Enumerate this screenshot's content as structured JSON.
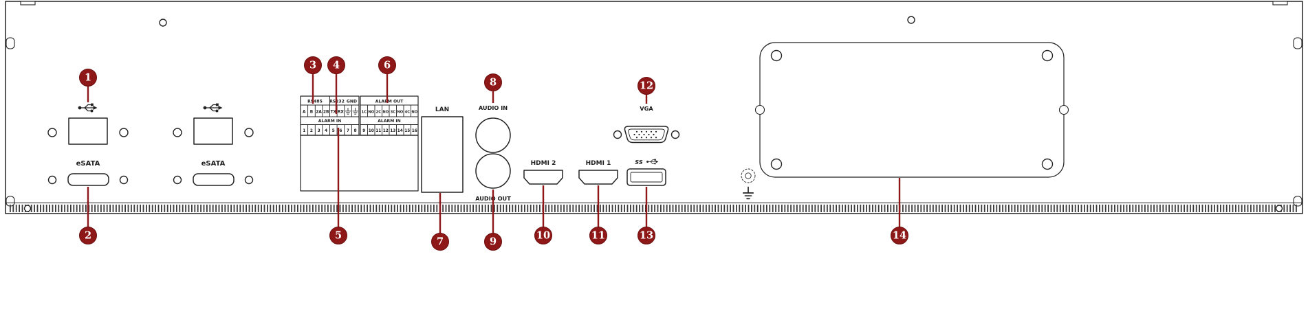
{
  "colors": {
    "callout_red": "#8e1717",
    "line_dark": "#232323"
  },
  "panel": {
    "esata_left": "eSATA",
    "esata_right": "eSATA",
    "lan": "LAN",
    "audio_in": "AUDIO IN",
    "audio_out": "AUDIO OUT",
    "hdmi2": "HDMI 2",
    "hdmi1": "HDMI 1",
    "usb3_text": "SS",
    "vga": "VGA"
  },
  "terminal": {
    "hdr_rs485": "RS485",
    "hdr_rs232": "RS232",
    "hdr_gnd": "GND",
    "hdr_alarm_out": "ALARM OUT",
    "hdr_alarm_in_left": "ALARM IN",
    "hdr_alarm_in_right": "ALARM IN",
    "serial_cells": [
      "A",
      "B",
      "2A",
      "2B",
      "TX",
      "RX"
    ],
    "alarm_out_cells": [
      "1C",
      "NO",
      "2C",
      "NO",
      "3C",
      "NO",
      "4C",
      "NO"
    ],
    "alarm_in_left": [
      "1",
      "2",
      "3",
      "4",
      "5",
      "6",
      "7",
      "8"
    ],
    "alarm_in_right": [
      "9",
      "10",
      "11",
      "12",
      "13",
      "14",
      "15",
      "16"
    ]
  },
  "callouts": [
    "1",
    "2",
    "3",
    "4",
    "5",
    "6",
    "7",
    "8",
    "9",
    "10",
    "11",
    "12",
    "13",
    "14"
  ],
  "icons": {
    "usb": "usb-trident-icon",
    "usb3": "usb3-superspeed-icon",
    "ground_cell": "ground-icon",
    "earth": "earth-ground-icon"
  }
}
